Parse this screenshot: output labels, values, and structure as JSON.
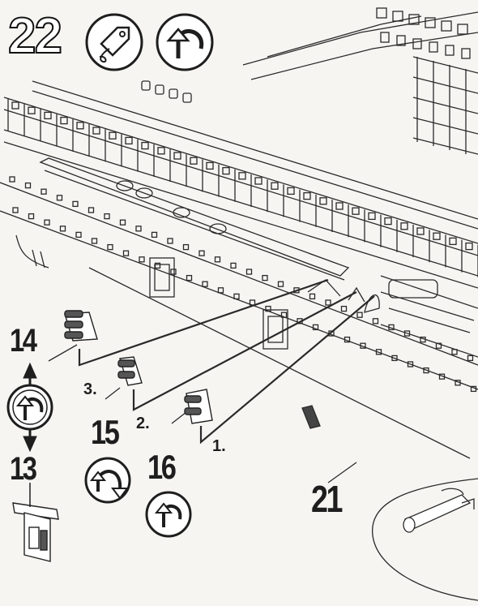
{
  "step_number": "22",
  "header_icons": [
    "glue-tag-icon",
    "rotate-arrow-icon"
  ],
  "parts": [
    {
      "number": "14",
      "sequence": "3."
    },
    {
      "number": "15",
      "sequence": "2."
    },
    {
      "number": "16",
      "sequence": "1."
    }
  ],
  "alt_part": "13",
  "hull_part": "21",
  "colors": {
    "ink": "#1e1e1e",
    "paper": "#f6f5f2",
    "stroke": "#2a2a2a"
  }
}
